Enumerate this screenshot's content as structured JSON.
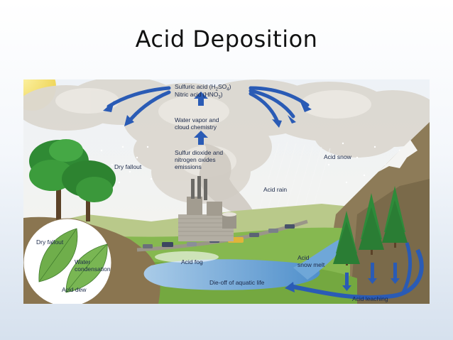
{
  "slide": {
    "title": "Acid Deposition"
  },
  "labels": {
    "sulfuric_acid": "Sulfuric acid (H",
    "sulfuric_sub1": "2",
    "sulfuric_mid": "SO",
    "sulfuric_sub2": "4",
    "sulfuric_end": ")",
    "nitric_acid": "Nitric acid (HNO",
    "nitric_sub": "3",
    "nitric_end": ")",
    "water_vapor_1": "Water vapor and",
    "water_vapor_2": "cloud chemistry",
    "emissions_1": "Sulfur dioxide and",
    "emissions_2": "nitrogen oxides",
    "emissions_3": "emissions",
    "dry_fallout": "Dry fallout",
    "acid_snow": "Acid snow",
    "acid_rain": "Acid rain",
    "acid_fog": "Acid fog",
    "acid_snow_melt_1": "Acid",
    "acid_snow_melt_2": "snow melt",
    "die_off": "Die-off of aquatic life",
    "acid_leaching": "Acid leaching",
    "leaf_dry_fallout": "Dry fallout",
    "leaf_water_1": "Water",
    "leaf_water_2": "condensation",
    "leaf_acid_dew": "Acid dew"
  },
  "colors": {
    "sky": "#e8eef5",
    "cloud": "#d9d6d0",
    "arrow": "#2a5bb5",
    "grass": "#7fb24a",
    "water": "#6fa7d8",
    "mountain": "#8b7a5a",
    "tree": "#2e8b3a"
  }
}
